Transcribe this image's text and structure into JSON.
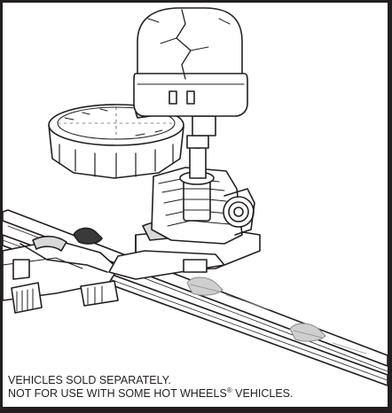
{
  "disclaimer": {
    "line1": "VEHICLES SOLD SEPARATELY.",
    "line2_prefix": "NOT FOR USE WITH SOME HOT WHEELS",
    "registered_mark": "®",
    "line2_suffix": " VEHICLES."
  },
  "colors": {
    "ink": "#231f20",
    "paper": "#ffffff",
    "shade": "#d9d9d9"
  }
}
